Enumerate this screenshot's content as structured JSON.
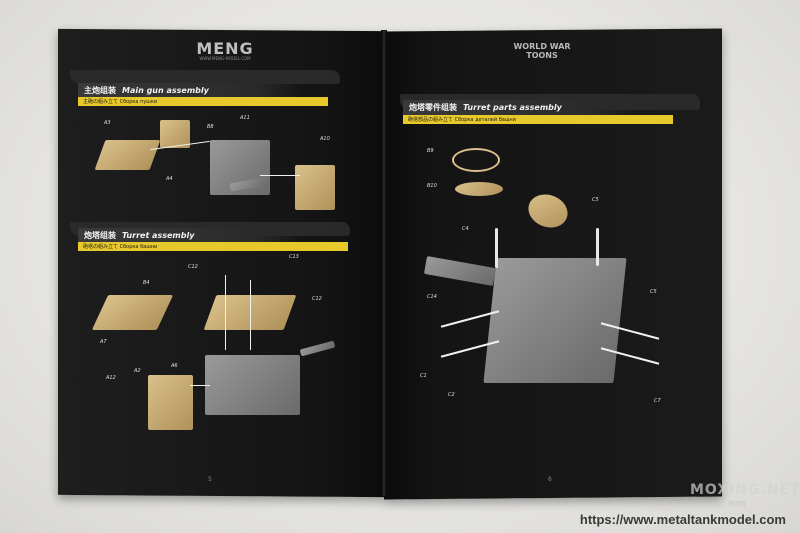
{
  "photo": {
    "left_page": {
      "logo": "MENG",
      "logo_sub": "WWW.MENG-MODEL.COM",
      "page_number": "5",
      "sections": [
        {
          "title_cn": "主炮组装",
          "title_en": "Main gun assembly",
          "subtitle": "主砲の組み立て   Сборка пушки",
          "labels": [
            "A3",
            "B8",
            "A11",
            "A10",
            "A4"
          ]
        },
        {
          "title_cn": "炮塔组装",
          "title_en": "Turret assembly",
          "subtitle": "砲塔の組み立て   Сборка башни",
          "labels": [
            "B4",
            "C12",
            "C13",
            "C12",
            "A7",
            "A12",
            "A2",
            "A6"
          ]
        }
      ]
    },
    "right_page": {
      "logo": "WORLD WAR TOONS",
      "page_number": "6",
      "sections": [
        {
          "title_cn": "炮塔零件组装",
          "title_en": "Turret parts assembly",
          "subtitle": "砲塔部品の組み立て   Сборка деталей башни",
          "labels": [
            "B9",
            "B10",
            "C5",
            "C4",
            "C14",
            "C5",
            "C1",
            "C2",
            "C7"
          ]
        }
      ]
    },
    "watermark": {
      "brand": "MOXING.NET",
      "brand_sub": "模型网",
      "url": "https://www.metaltankmodel.com"
    }
  }
}
